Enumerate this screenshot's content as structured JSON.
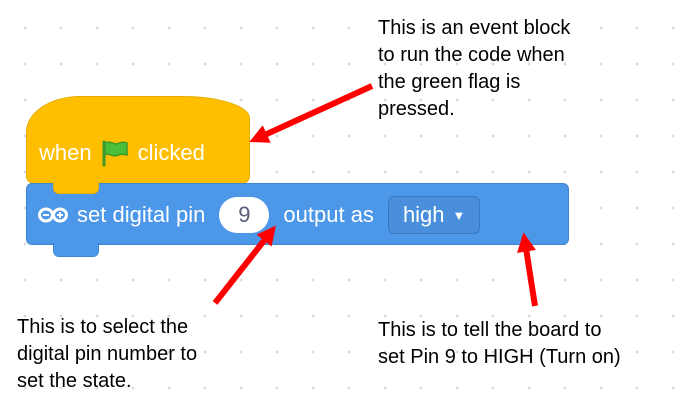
{
  "hat_block": {
    "prefix": "when",
    "suffix": "clicked",
    "icon": "green-flag-icon",
    "color": "#ffbf00"
  },
  "command_block": {
    "icon": "arduino-infinity-icon",
    "label_before": "set digital pin",
    "pin_value": "9",
    "label_after": "output as",
    "state_value": "high",
    "caret": "▼",
    "color": "#4c97e8"
  },
  "annotations": {
    "event": [
      "This is an event block",
      "to run the code when",
      "the green flag is",
      "pressed."
    ],
    "pin": [
      "This is to select the",
      "digital pin number to",
      "set the state."
    ],
    "state": [
      "This is to tell the board to",
      "set Pin 9 to HIGH (Turn on)"
    ],
    "arrow_color": "#ff0000"
  }
}
